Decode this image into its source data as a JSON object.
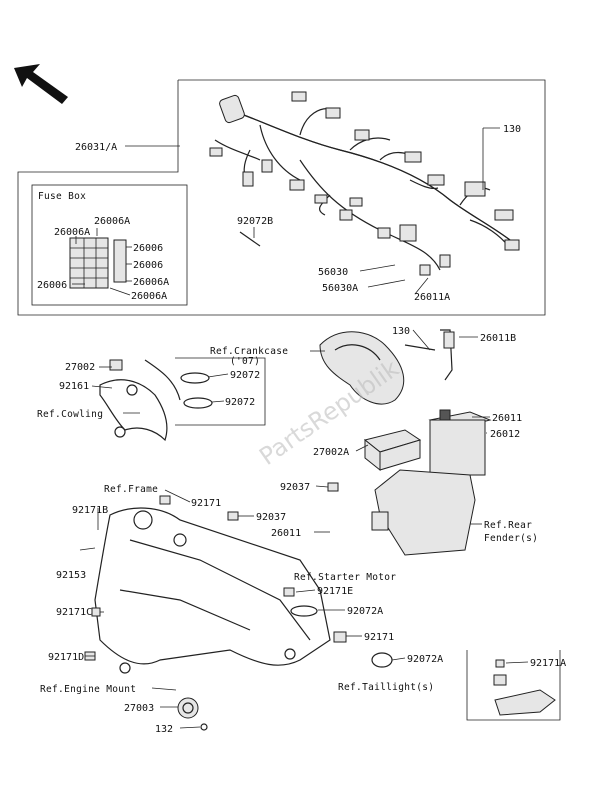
{
  "labels": {
    "harness": "26031/A",
    "fuse_box_title": "Fuse Box",
    "p26006A_1": "26006A",
    "p26006A_2": "26006A",
    "p26006_1": "26006",
    "p26006_2": "26006",
    "p26006_3": "26006",
    "p26006A_3": "26006A",
    "p26006A_4": "26006A",
    "p92072B": "92072B",
    "p130_top": "130",
    "p56030": "56030",
    "p56030A": "56030A",
    "p26011A": "26011A",
    "p130_mid": "130",
    "p26011B": "26011B",
    "p27002": "27002",
    "p92161": "92161",
    "ref_cowling": "Ref.Cowling",
    "ref_crankcase": "Ref.Crankcase",
    "p92072_07": "92072",
    "year_07": "('07)",
    "p92072": "92072",
    "p26011": "26011",
    "p27002A": "27002A",
    "p26012": "26012",
    "p92037_a": "92037",
    "ref_frame": "Ref.Frame",
    "p92171B": "92171B",
    "p92171": "92171",
    "p92037_b": "92037",
    "p26011_b": "26011",
    "ref_rear_fender_1": "Ref.Rear",
    "ref_rear_fender_2": "Fender(s)",
    "p92153": "92153",
    "ref_starter": "Ref.Starter Motor",
    "p92171E": "92171E",
    "p92171C": "92171C",
    "p92072A_1": "92072A",
    "p92171_b": "92171",
    "p92171D": "92171D",
    "p92072A_2": "92072A",
    "ref_taillight": "Ref.Taillight(s)",
    "p92171A": "92171A",
    "ref_engine_mount": "Ref.Engine Mount",
    "p27003": "27003",
    "p132": "132"
  },
  "watermark": "PartsRepublik"
}
